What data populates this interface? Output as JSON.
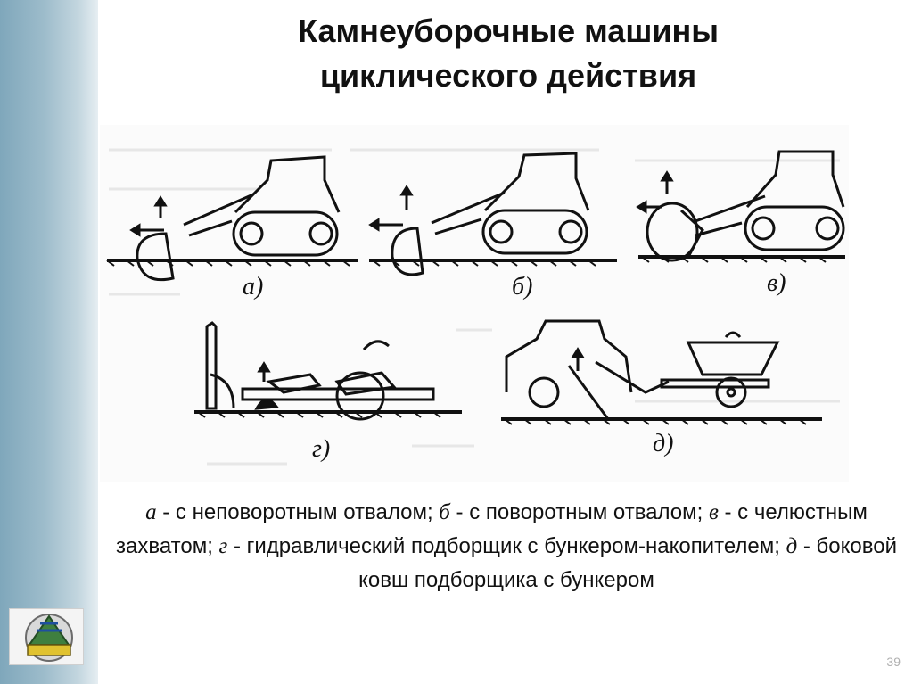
{
  "slide": {
    "title_line1": "Камнеуборочные машины",
    "title_line2": "циклического действия",
    "page_number": "39"
  },
  "figure": {
    "labels": [
      "а)",
      "б)",
      "в)",
      "г)",
      "д)"
    ]
  },
  "caption": {
    "a_letter": "а",
    "a_text": " - с неповоротным отвалом; ",
    "b_letter": "б",
    "b_text": " - с поворотным отвалом; ",
    "v_letter": "в",
    "v_text": " - с челюстным захватом; ",
    "g_letter": "г",
    "g_text": " - гидравлический подборщик с бункером-накопителем; ",
    "d_letter": "д",
    "d_text": " - боковой ковш подборщика с бункером"
  },
  "logo": {
    "icon": "university-logo-icon"
  }
}
